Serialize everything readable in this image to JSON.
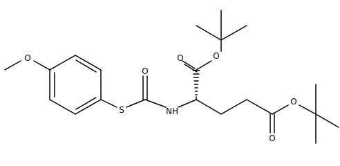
{
  "molecule": {
    "atom_labels": {
      "methoxy_oxygen": "O",
      "thioester_sulfur": "S",
      "thiocarbonyl_oxygen": "O",
      "amide_nitrogen": "NH",
      "alpha_ester_carbonyl_oxygen": "O",
      "alpha_ester_ether_oxygen": "O",
      "side_chain_ester_ether_oxygen": "O",
      "side_chain_ester_carbonyl_oxygen": "O"
    },
    "colors": {
      "bond": "#000000",
      "label": "#000000",
      "background": "#ffffff"
    }
  }
}
